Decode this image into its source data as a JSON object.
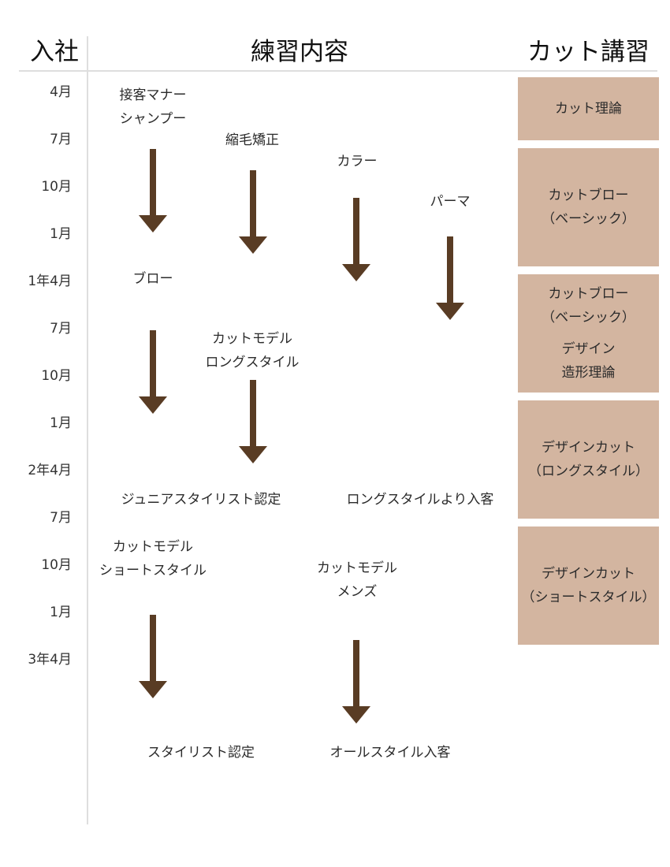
{
  "header": {
    "col1": "入社",
    "col2": "練習内容",
    "col3": "カット講習"
  },
  "months": [
    "4月",
    "7月",
    "10月",
    "1月",
    "1年4月",
    "7月",
    "10月",
    "1月",
    "2年4月",
    "7月",
    "10月",
    "1月",
    "3年4月"
  ],
  "practice": {
    "manner": [
      "接客マナー",
      "シャンプー"
    ],
    "straightening": "縮毛矯正",
    "color": "カラー",
    "perm": "パーマ",
    "blow": "ブロー",
    "cut_model_long": [
      "カットモデル",
      "ロングスタイル"
    ],
    "junior_stylist": "ジュニアスタイリスト認定",
    "long_style_clients": "ロングスタイルより入客",
    "cut_model_short": [
      "カットモデル",
      "ショートスタイル"
    ],
    "cut_model_mens": [
      "カットモデル",
      "メンズ"
    ],
    "stylist": "スタイリスト認定",
    "all_style_clients": "オールスタイル入客"
  },
  "courses": [
    [
      "カット理論"
    ],
    [
      "カットブロー",
      "（ベーシック）"
    ],
    [
      "カットブロー",
      "（ベーシック）",
      "デザイン",
      "造形理論"
    ],
    [
      "デザインカット",
      "（ロングスタイル）"
    ],
    [
      "デザインカット",
      "（ショートスタイル）"
    ]
  ]
}
